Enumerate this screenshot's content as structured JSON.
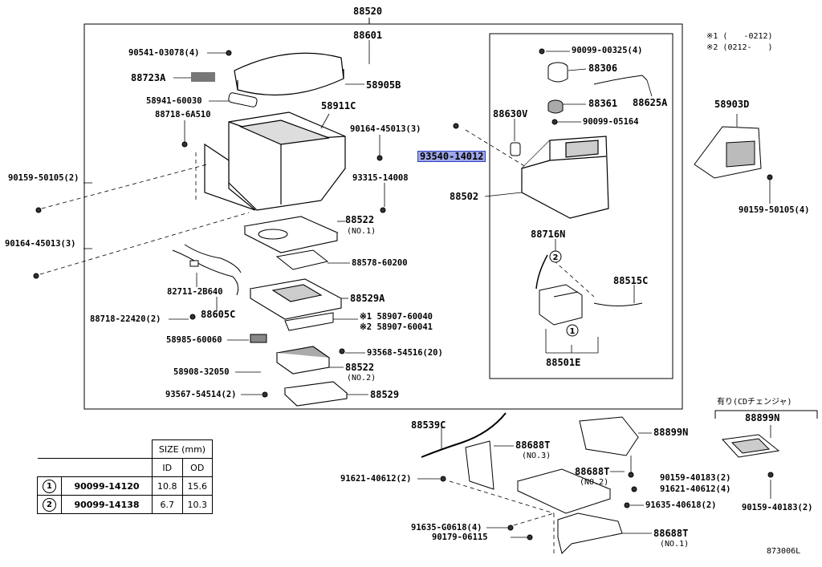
{
  "diagram_ref": "873006L",
  "top_label": "88520",
  "highlighted_label": "93540-14012",
  "notes": {
    "n1": "※1 (　　-0212)",
    "n2": "※2 (0212-　　)"
  },
  "cd_option": "有り(CDチェンジャ)",
  "labels": {
    "p88601": "88601",
    "p90541": "90541-03078(4)",
    "p88723a": "88723A",
    "p58905b": "58905B",
    "p58941": "58941-60030",
    "p58911c": "58911C",
    "p88718a": "88718-6A510",
    "p90164a": "90164-45013(3)",
    "p93315": "93315-14008",
    "p90159a": "90159-50105(2)",
    "p90164b": "90164-45013(3)",
    "p88522a": "88522",
    "p88522a_sub": "(NO.1)",
    "p88578": "88578-60200",
    "p82711": "82711-2B640",
    "p88605c": "88605C",
    "p88529a": "88529A",
    "p88718b": "88718-22420(2)",
    "p58907a": "※1 58907-60040",
    "p58907b": "※2 58907-60041",
    "p58985": "58985-60060",
    "p93568": "93568-54516(20)",
    "p88522b": "88522",
    "p88522b_sub": "(NO.2)",
    "p58908": "58908-32050",
    "p93567": "93567-54514(2)",
    "p88529": "88529",
    "p90099a": "90099-00325(4)",
    "p88306": "88306",
    "p88361": "88361",
    "p88625a": "88625A",
    "p88630v": "88630V",
    "p90099b": "90099-05164",
    "p88502": "88502",
    "p88716n": "88716N",
    "p88515c": "88515C",
    "p88501e": "88501E",
    "p58903d": "58903D",
    "p90159b": "90159-50105(4)",
    "p88539c": "88539C",
    "p88688t3": "88688T",
    "p88688t3_sub": "(NO.3)",
    "p91621a": "91621-40612(2)",
    "p88688t2": "88688T",
    "p88688t2_sub": "(NO.2)",
    "p88899n": "88899N",
    "p90159c": "90159-40183(2)",
    "p91621b": "91621-40612(4)",
    "p91635a": "91635-40618(2)",
    "p91635b": "91635-G0618(4)",
    "p90179": "90179-06115",
    "p88688t1": "88688T",
    "p88688t1_sub": "(NO.1)",
    "p88899n_cd": "88899N",
    "p90159d": "90159-40183(2)"
  },
  "size_table": {
    "title": "SIZE (mm)",
    "col_id": "ID",
    "col_od": "OD",
    "rows": [
      {
        "mark": "1",
        "part": "90099-14120",
        "id": "10.8",
        "od": "15.6"
      },
      {
        "mark": "2",
        "part": "90099-14138",
        "id": "6.7",
        "od": "10.3"
      }
    ]
  },
  "callouts": {
    "c1": "1",
    "c2": "2"
  }
}
